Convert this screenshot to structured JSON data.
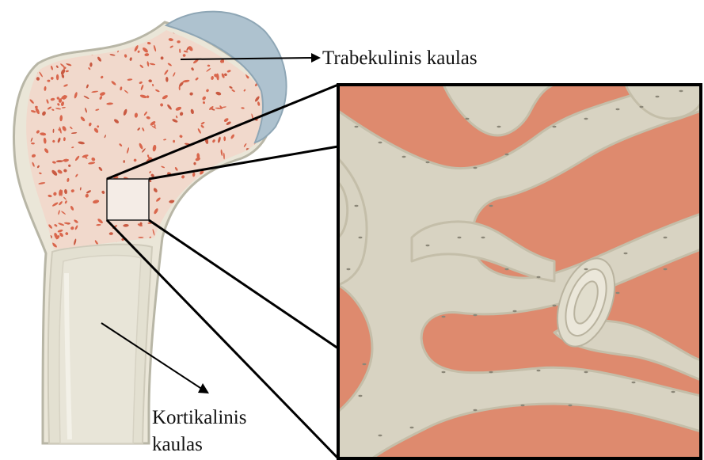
{
  "labels": {
    "trabecular": "Trabekulinis kaulas",
    "cortical_line1": "Kortikalinis",
    "cortical_line2": "kaulas"
  },
  "colors": {
    "bone_outline": "#b8b6a6",
    "bone_fill": "#eae6d8",
    "shaft_fill": "#e3e0d1",
    "marrow": "#e07a62",
    "cartilage": "#aec2cf",
    "trabecula": "#d8d3c2",
    "trabecula_edge": "#c9c3b0",
    "background_marrow": "#de8a6e",
    "lines": "#000000"
  }
}
